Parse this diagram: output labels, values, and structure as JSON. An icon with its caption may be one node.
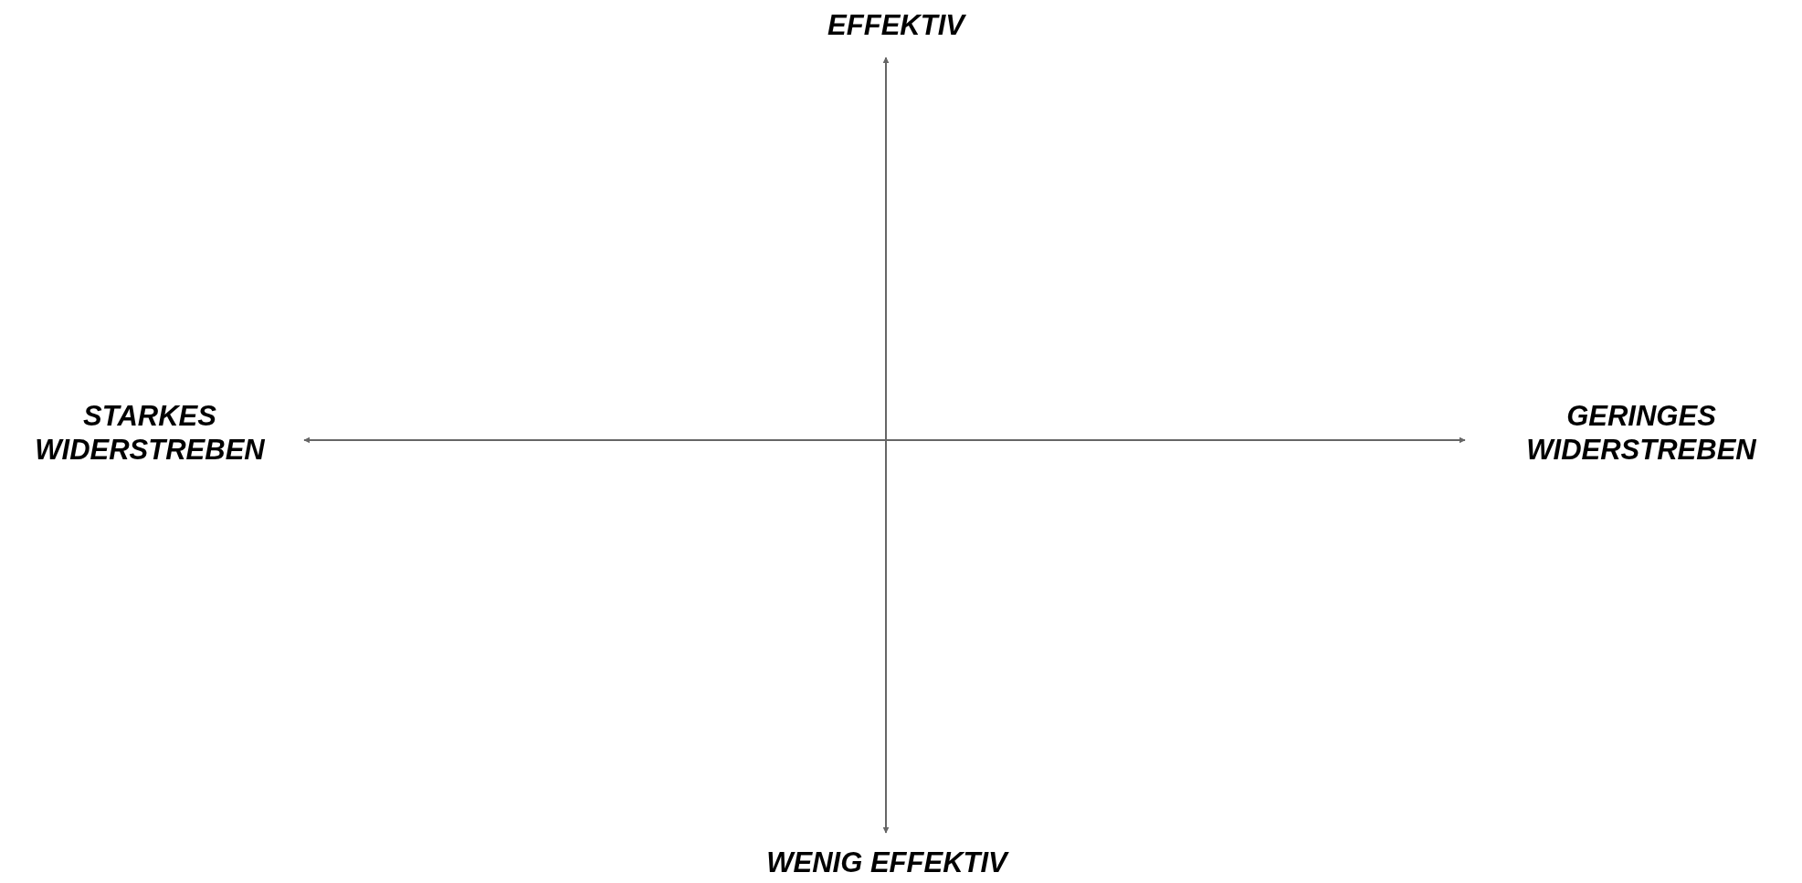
{
  "diagram": {
    "labels": [
      "EFFEKTIV",
      "STARKES WIDERSTREBEN",
      "GERINGES WIDERSTREBEN",
      "WENIG EFFEKTIV"
    ]
  }
}
